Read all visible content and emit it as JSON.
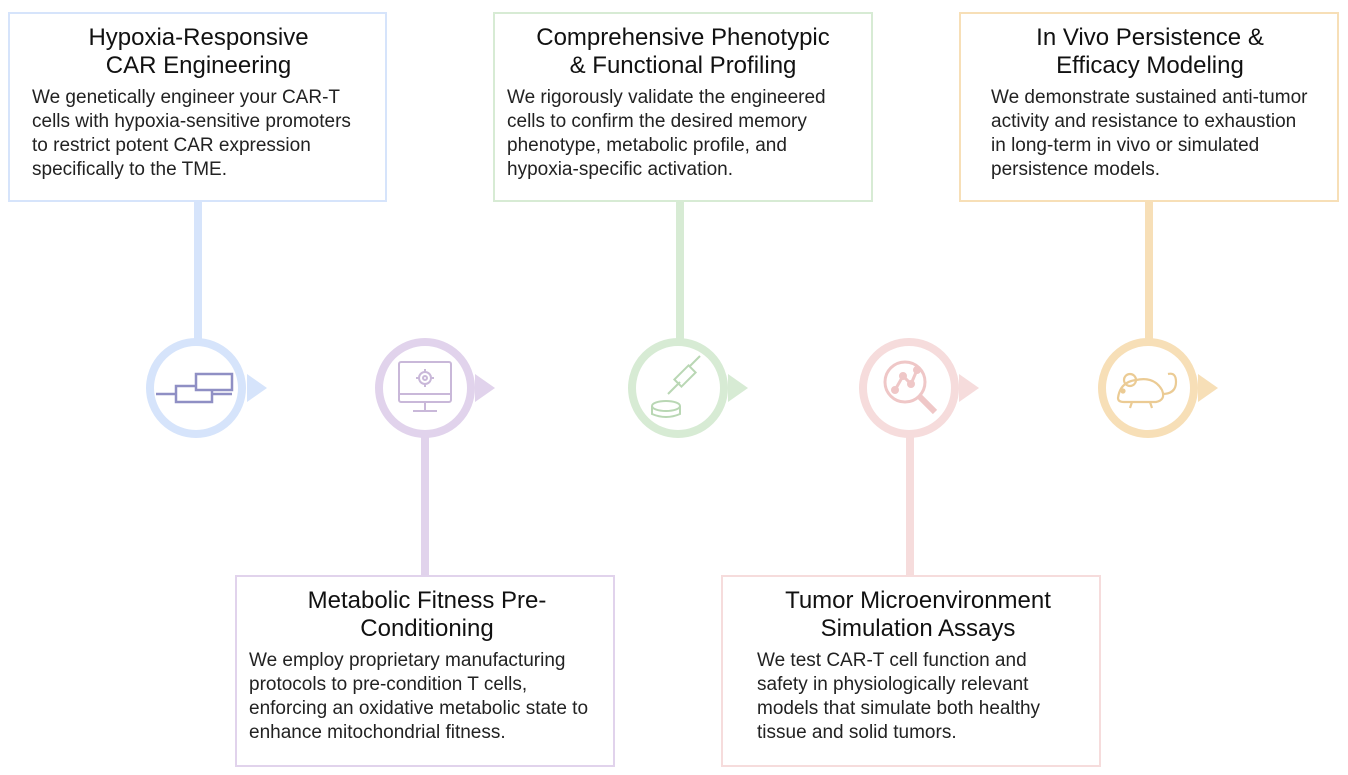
{
  "colors": {
    "blue": "#d6e4fb",
    "purple": "#e1d3ec",
    "green": "#d7ebd4",
    "pink": "#f6dcdc",
    "orange": "#f7dfb7"
  },
  "steps": [
    {
      "title": "Hypoxia-Responsive\nCAR Engineering",
      "body": "We genetically engineer your CAR-T cells with hypoxia-sensitive promoters to restrict potent CAR expression specifically to the TME.",
      "icon": "gene-construct-icon"
    },
    {
      "title": "Metabolic Fitness Pre-\nConditioning",
      "body": "We employ proprietary manufacturing protocols to pre-condition T cells, enforcing an oxidative metabolic state to enhance mitochondrial fitness.",
      "icon": "computer-gear-icon"
    },
    {
      "title": "Comprehensive Phenotypic\n& Functional Profiling",
      "body": "We rigorously validate the engineered cells to confirm the desired memory phenotype, metabolic profile, and hypoxia-specific activation.",
      "icon": "pipette-dish-icon"
    },
    {
      "title": "Tumor Microenvironment\nSimulation Assays",
      "body": "We test CAR-T cell function and safety in physiologically relevant models that simulate both healthy tissue and solid tumors.",
      "icon": "magnifier-analysis-icon"
    },
    {
      "title": "In Vivo Persistence &\nEfficacy Modeling",
      "body": "We demonstrate sustained anti-tumor activity and resistance to exhaustion in long-term in vivo or simulated persistence models.",
      "icon": "mouse-icon"
    }
  ]
}
